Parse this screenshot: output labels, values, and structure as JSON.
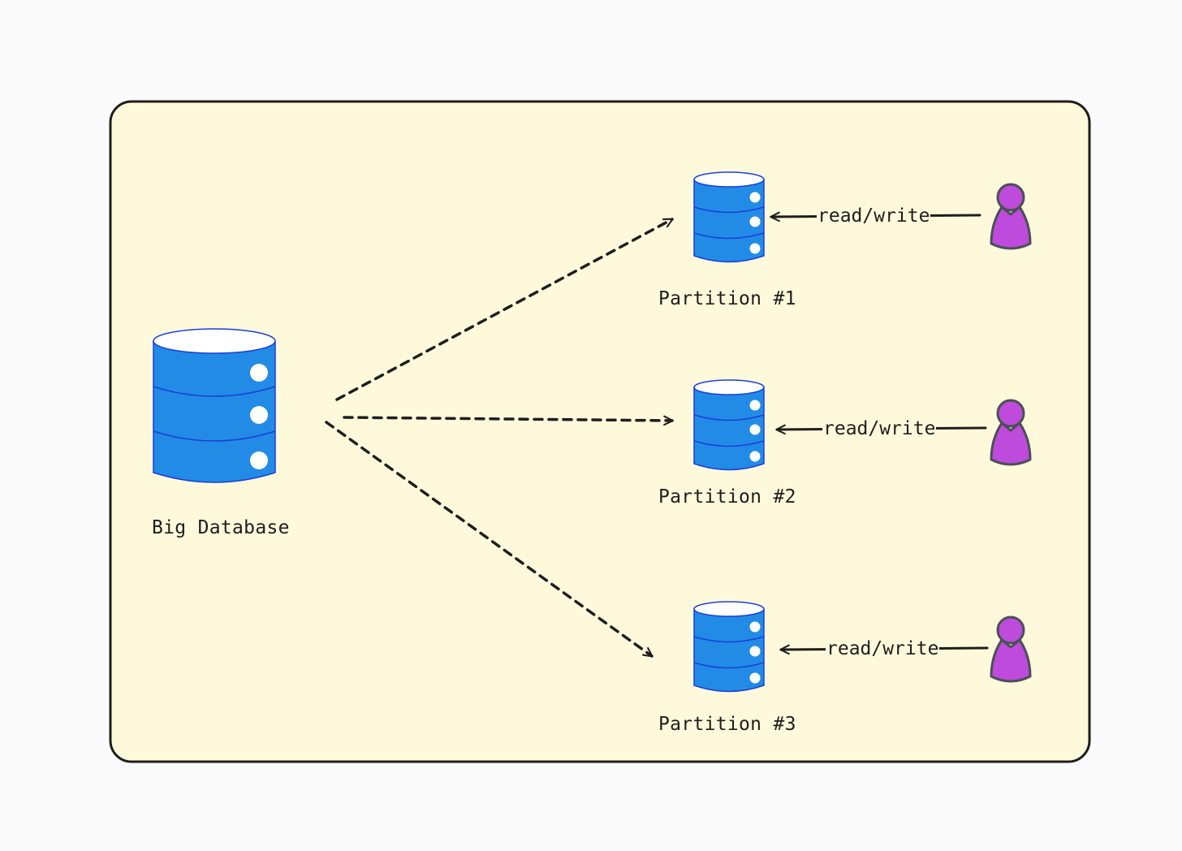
{
  "colors": {
    "page_background": "#fafafa",
    "frame_fill": "#fff9db",
    "frame_stroke": "#1e1e1e",
    "database_fill": "#228be6",
    "database_stroke": "#1c3fd8",
    "database_top": "#ffffff",
    "user_fill": "#be4bdb",
    "user_stroke": "#495057",
    "line": "#1e1e1e"
  },
  "icons": {
    "database": "database-icon",
    "user": "user-icon",
    "arrow": "arrow"
  },
  "source": {
    "label": "Big Database"
  },
  "partitions": [
    {
      "label": "Partition #1",
      "access_label": "read/write"
    },
    {
      "label": "Partition #2",
      "access_label": "read/write"
    },
    {
      "label": "Partition #3",
      "access_label": "read/write"
    }
  ]
}
